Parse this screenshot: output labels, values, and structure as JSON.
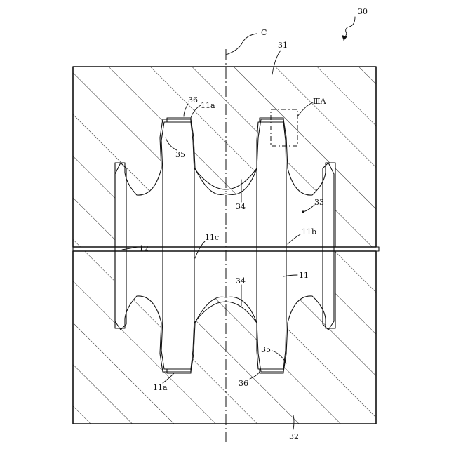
{
  "figure": {
    "background": "#ffffff",
    "line_color": "#111111"
  },
  "labels": {
    "assembly": "30",
    "centerline": "C",
    "upper_die": "31",
    "lower_die": "32",
    "cavity": "33",
    "recess_top": "34",
    "recess_bottom": "34",
    "groove_top_left": "35",
    "groove_bottom_right": "35",
    "bead_top_left": "36",
    "bead_bottom_left": "36",
    "end_face_top": "11a",
    "end_face_bottom": "11a",
    "inner_face": "11c",
    "outer_face": "11b",
    "core_body": "11",
    "outer_ring": "12",
    "detail_ref": "ⅢA"
  }
}
